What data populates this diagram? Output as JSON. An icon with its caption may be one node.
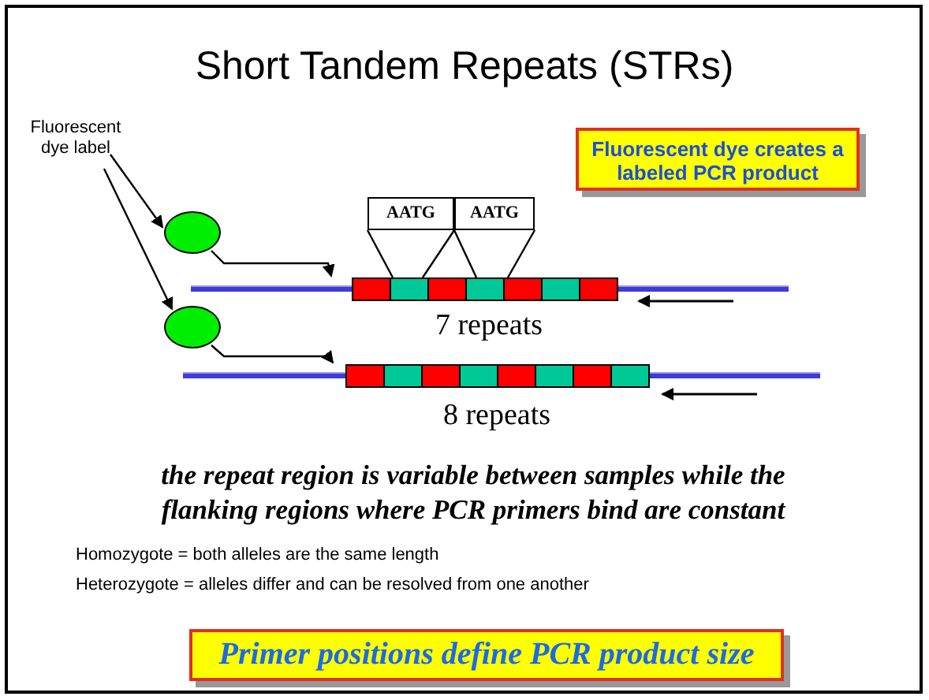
{
  "diagram": {
    "title": "Short Tandem Repeats (STRs)",
    "nodes": [
      {
        "text": [
          "Fluorescent dye label"
        ]
      },
      {
        "text": [],
        "shape": "circle"
      },
      {
        "text": [],
        "shape": "circle"
      },
      {
        "text": [
          "AATG"
        ]
      },
      {
        "text": [
          "AATG"
        ]
      },
      {
        "text": [
          "Fluorescent dye creates a labeled PCR product"
        ]
      },
      {
        "text": [
          "Primer positions define PCR product size"
        ]
      },
      {
        "text": [],
        "shape": "bar"
      },
      {
        "text": [],
        "shape": "bar"
      }
    ],
    "edges": [
      {
        "from": 0,
        "to": 1,
        "arrow": "to"
      },
      {
        "from": 0,
        "to": 2,
        "arrow": "to"
      },
      {
        "from": 1,
        "to": 7,
        "arrow": "to"
      },
      {
        "from": 2,
        "to": 8,
        "arrow": "to"
      },
      {
        "from": 3,
        "to": 7,
        "arrow": "none"
      },
      {
        "from": 3,
        "to": 7,
        "arrow": "none"
      },
      {
        "from": 4,
        "to": 7,
        "arrow": "none"
      },
      {
        "from": 4,
        "to": 7,
        "arrow": "none"
      }
    ],
    "labels": [
      "7 repeats",
      "8 repeats",
      "the repeat region is variable between samples while the flanking regions where PCR primers bind are constant",
      "Homozygote = both alleles are the same length",
      "Heterozygote = alleles differ and can be resolved from one another"
    ]
  }
}
